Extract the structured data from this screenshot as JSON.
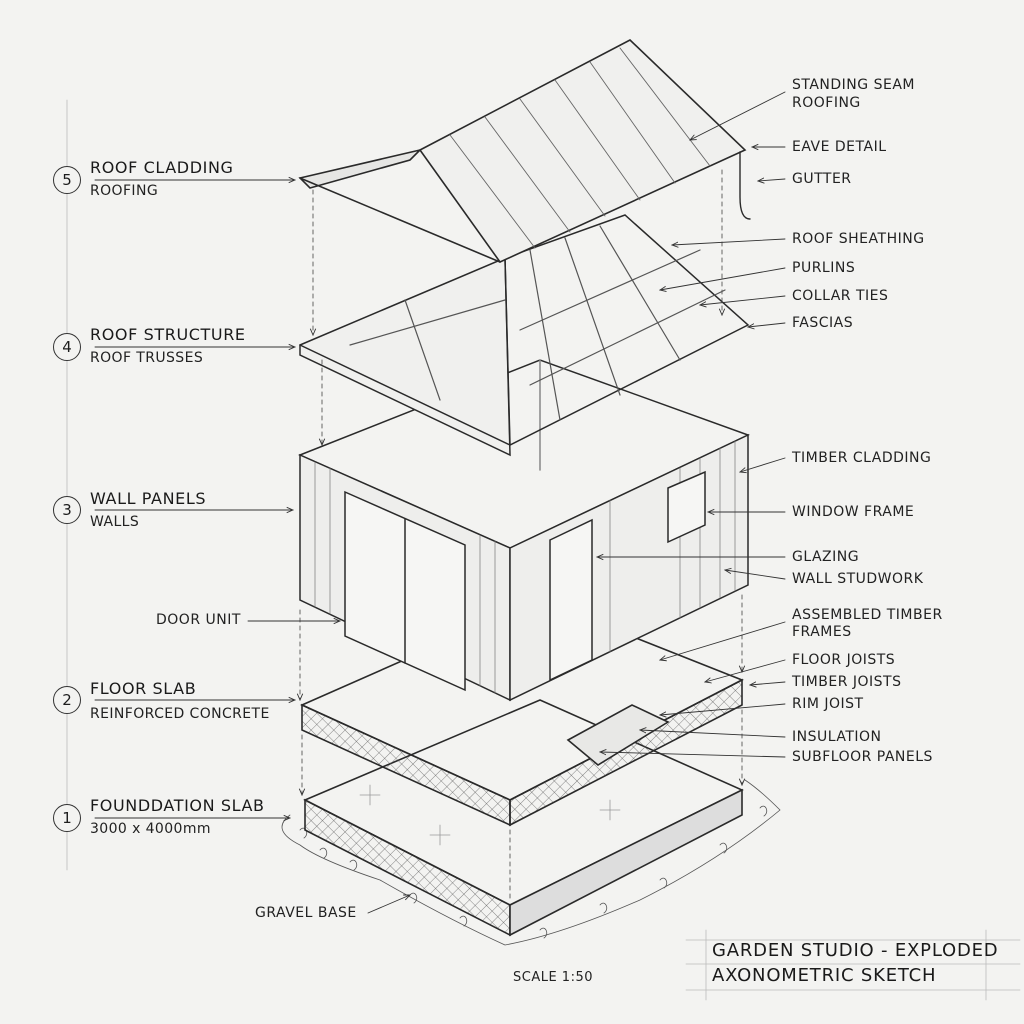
{
  "title_block": {
    "line1": "GARDEN STUDIO - EXPLODED",
    "line2": "AXONOMETRIC SKETCH"
  },
  "scale": "SCALE 1:50",
  "layers": [
    {
      "number": "5",
      "title": "ROOF CLADDING",
      "subtitle": "ROOFING"
    },
    {
      "number": "4",
      "title": "ROOF STRUCTURE",
      "subtitle": "ROOF TRUSSES"
    },
    {
      "number": "3",
      "title": "WALL PANELS",
      "subtitle": "WALLS"
    },
    {
      "number": "2",
      "title": "FLOOR SLAB",
      "subtitle": "REINFORCED CONCRETE"
    },
    {
      "number": "1",
      "title": "FOUNDDATION SLAB",
      "subtitle": "3000 x 4000mm"
    }
  ],
  "callouts_right": {
    "standing_seam": "STANDING SEAM",
    "roofing": "ROOFING",
    "eave_detail": "EAVE DETAIL",
    "gutter": "GUTTER",
    "roof_sheathing": "ROOF SHEATHING",
    "purlins": "PURLINS",
    "collar_ties": "COLLAR TIES",
    "fascias": "FASCIAS",
    "timber_cladding": "TIMBER CLADDING",
    "window_frame": "WINDOW FRAME",
    "glazing": "GLAZING",
    "wall_studwork": "WALL STUDWORK",
    "assembled_timber": "ASSEMBLED TIMBER",
    "frames": "FRAMES",
    "floor_joists": "FLOOR JOISTS",
    "timber_joists": "TIMBER JOISTS",
    "rim_joist": "RIM JOIST",
    "insulation": "INSULATION",
    "subfloor_panels": "SUBFLOOR PANELS"
  },
  "callouts_left": {
    "door_unit": "DOOR UNIT",
    "gravel_base": "GRAVEL BASE"
  }
}
